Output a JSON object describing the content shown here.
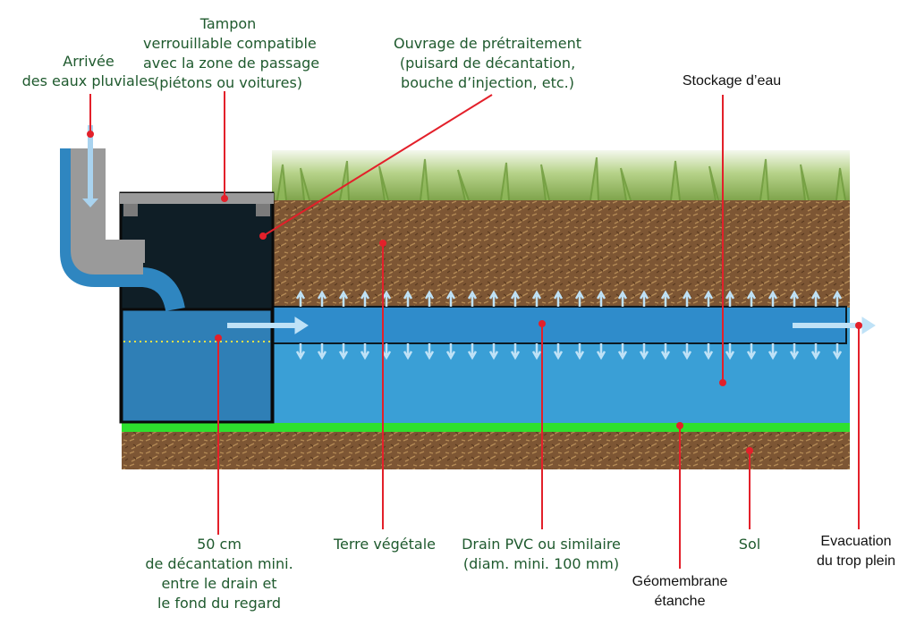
{
  "labels": {
    "arrivee": [
      "Arrivée",
      "des eaux pluviales"
    ],
    "tampon": [
      "Tampon",
      "verrouillable compatible",
      "avec la zone de passage",
      "(piétons ou voitures)"
    ],
    "ouvrage": [
      "Ouvrage de prétraitement",
      "(puisard de décantation,",
      "bouche d’injection, etc.)"
    ],
    "stockage": "Stockage d’eau",
    "decantation": [
      "50 cm",
      "de décantation mini.",
      "entre le drain et",
      "le fond du regard"
    ],
    "terre": "Terre végétale",
    "drain": [
      "Drain PVC ou similaire",
      "(diam. mini. 100 mm)"
    ],
    "geomembrane": [
      "Géomembrane",
      "étanche"
    ],
    "sol": "Sol",
    "evacuation": [
      "Evacuation",
      "du trop plein"
    ]
  },
  "colors": {
    "label_green": "#1f5a2e",
    "leader_red": "#e3202a",
    "water_blue": "#3a9fd6",
    "manhole_water": "#2f7fb6",
    "manhole_dark": "#0f1e26",
    "geomembrane_green": "#2ee02e",
    "soil_brown": "#7a5230",
    "pipe_grey": "#9a9a9a",
    "pipe_blue": "#2f86c0"
  }
}
